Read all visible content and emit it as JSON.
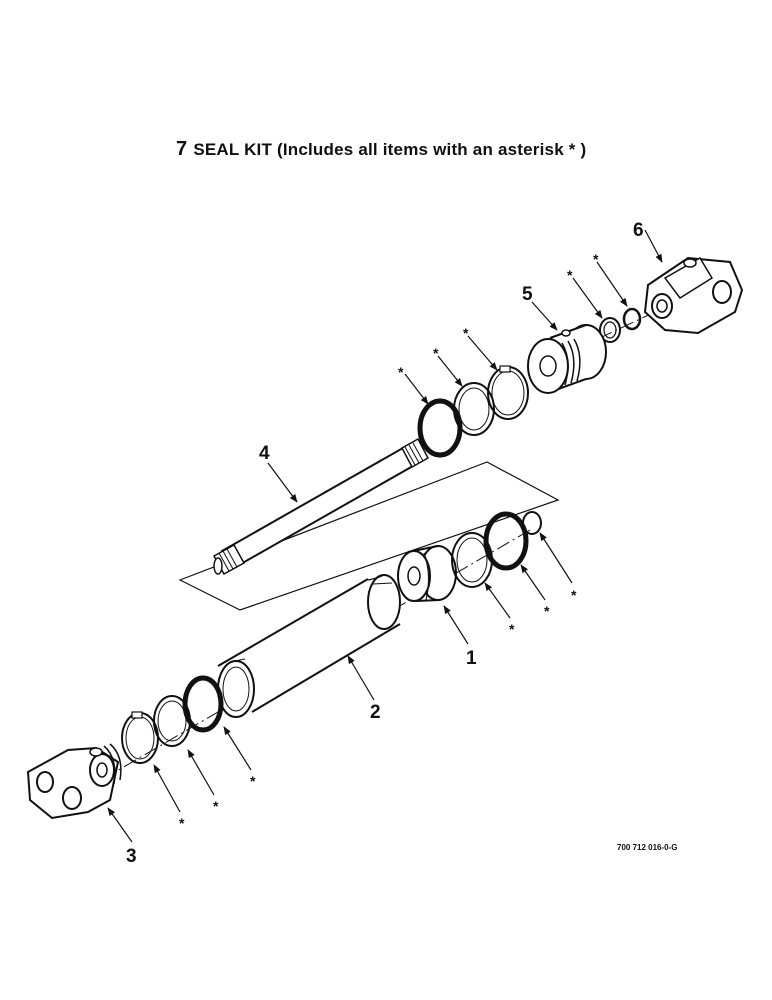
{
  "header": {
    "kit_number": "7",
    "kit_title": "SEAL KIT (Includes all items with an asterisk * )"
  },
  "callouts": {
    "c1": "1",
    "c2": "2",
    "c3": "3",
    "c4": "4",
    "c5": "5",
    "c6": "6"
  },
  "asterisk": "*",
  "drawing_code": "700 712 016-0-G"
}
